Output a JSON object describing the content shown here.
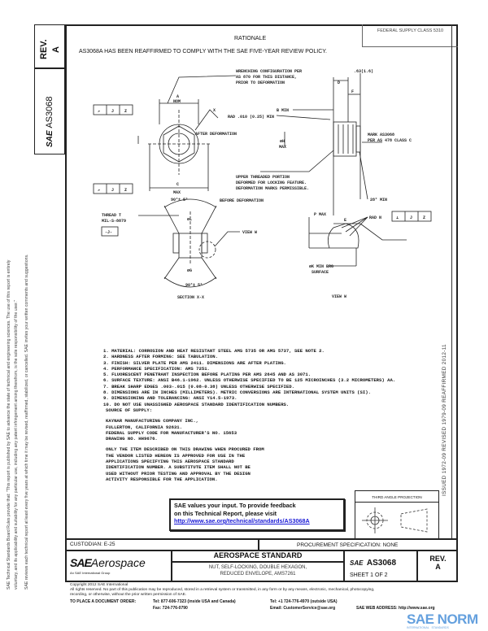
{
  "side_strip": {
    "rev_label": "REV.",
    "rev_value": "A",
    "doc_number": "AS3068",
    "sae_mark": "SAE",
    "disclaimer_lines": [
      "SAE Technical Standards Board Rules provide that: \"This report is published by SAE to advance the state of technical and engineering sciences. The use of this report is entirely",
      "voluntary, and its applicability and suitability for any particular use, including any patent infringement arising therefrom, is the sole responsibility of the user.\"",
      "SAE reviews each technical report at least every five years at which time it may be revised, reaffirmed, stabilized, or cancelled. SAE invites your written comments and suggestions."
    ]
  },
  "header": {
    "federal_supply_class": "FEDERAL SUPPLY CLASS 5310",
    "rationale_title": "RATIONALE",
    "rationale_text": "AS3068A HAS BEEN REAFFIRMED TO COMPLY WITH THE SAE FIVE-YEAR REVIEW POLICY."
  },
  "drawing": {
    "labels": {
      "wrenching": [
        "WRENCHING CONFIGURATION PER",
        "AS 870 FOR THIS DISTANCE,",
        "PRIOR TO DEFORMATION"
      ],
      "a_nom": [
        "A",
        "NOM"
      ],
      "c_max": [
        "C",
        "MAX"
      ],
      "x": "X",
      "after_deformation": "AFTER DEFORMATION",
      "h_max": [
        "øH",
        "MAX"
      ],
      "b_min": "B MIN",
      "rad_min": "RAD .010 (0.25) MIN",
      "d": "D",
      "f": "F",
      "dim_063": ".63(1.6)",
      "mark": [
        "MARK AS3068",
        "PER AS 478 CLASS C"
      ],
      "upper_threaded": [
        "UPPER THREADED PORTION",
        "DEFORMED FOR LOCKING FEATURE.",
        "DEFORMATION MARKS PERMISSIBLE."
      ],
      "angle_28": "28° MIN",
      "e": "E",
      "before_deformation": "BEFORE DEFORMATION",
      "angle_top": "90°± 5°",
      "angle_bottom": "90°± 5°",
      "l_dia": "øL",
      "g_dia": "øG",
      "thread": [
        "THREAD T",
        "MIL-S-8879"
      ],
      "datum_j": "-J-",
      "view_w_callout": "VIEW W",
      "p_max": "P MAX",
      "rad_n": "RAD N",
      "k_min": [
        "øK MIN BRG",
        "SURFACE"
      ],
      "section_x": "SECTION X-X",
      "view_w_title": "VIEW W",
      "fcf_top": [
        "↗",
        "J",
        "Z"
      ],
      "fcf_mid": [
        "↗",
        "J",
        "Z"
      ],
      "fcf_right": [
        "⊥",
        "J",
        "Z"
      ]
    }
  },
  "notes": [
    "1.  MATERIAL:  CORROSION AND HEAT RESISTANT STEEL AMS 5735 OR AMS 5737, SEE NOTE 2.",
    "2.  HARDNESS AFTER FORMING:  SEE TABULATION.",
    "3.  FINISH:  SILVER PLATE PER AMS 2411.  DIMENSIONS ARE AFTER PLATING.",
    "4.  PERFORMANCE SPECIFICATION:  AMS 7251.",
    "5.  FLUORESCENT PENETRANT INSPECTION BEFORE PLATING PER AMS 2645 AND AS 3071.",
    "6.  SURFACE TEXTURE:  ANSI B46.1-1962.  UNLESS OTHERWISE SPECIFIED TO BE 125 MICROINCHES (3.2 MICROMETERS) AA.",
    "7.  BREAK SHARP EDGES .003-.015 (0.08-0.38) UNLESS OTHERWISE SPECIFIED.",
    "8.  DIMENSIONS ARE IN INCHES (MILLIMETERS).  METRIC CONVERSIONS ARE INTERNATIONAL SYSTEM UNITS (SI).",
    "9.  DIMENSIONING AND TOLERANCING:  ANSI Y14.5-1973.",
    "10. DO NOT USE UNASSIGNED AEROSPACE STANDARD IDENTIFICATION NUMBERS."
  ],
  "source": {
    "title": "SOURCE OF SUPPLY:",
    "lines": [
      "KAYNAR MANUFACTURING COMPANY INC.,",
      "FULLERTON, CALIFORNIA 92631.",
      "FEDERAL SUPPLY CODE FOR MANUFACTURER'S NO. 15653",
      "DRAWING NO. HH9676."
    ],
    "approval_lines": [
      "ONLY THE ITEM DESCRIBED ON THIS DRAWING WHEN PROCURED FROM",
      "THE VENDOR LISTED HEREON IS APPROVED FOR USE IN THE",
      "APPLICATIONS SPECIFYING THIS AEROSPACE STANDARD",
      "IDENTIFICATION NUMBER.  A SUBSTITUTE ITEM SHALL NOT BE",
      "USED WITHOUT PRIOR TESTING AND APPROVAL BY THE DESIGN",
      "ACTIVITY RESPONSIBLE FOR THE APPLICATION."
    ]
  },
  "feedback": {
    "line1": "SAE values your input. To provide feedback",
    "line2": "on this Technical Report, please visit",
    "link": "http://www.sae.org/technical/standards/AS3068A"
  },
  "projection": {
    "label": "THIRD ANGLE PROJECTION"
  },
  "history_stamp": "ISSUED 1972-09   REVISED 1979-09   REAFFIRMED 2012-11",
  "title_block": {
    "custodian": "CUSTODIAN:  E-25",
    "procurement": "PROCUREMENT SPECIFICATION:  NONE",
    "logo_main": "SAE",
    "logo_sub_word": "Aerospace",
    "logo_tagline": "An SAE International Group",
    "standard_type": "AEROSPACE STANDARD",
    "title_line1": "NUT, SELF-LOCKING, DOUBLE HEXAGON,",
    "title_line2": "REDUCED ENVELOPE, AMS7261",
    "doc_mark": "SAE",
    "doc_number": "AS3068",
    "sheet": "SHEET 1 OF 2",
    "rev_label": "REV.",
    "rev_value": "A"
  },
  "footer": {
    "copyright": "Copyright 2012 SAE International",
    "rights": "All rights reserved. No part of this publication may be reproduced, stored in a retrieval system or transmitted, in any form or by any means, electronic, mechanical, photocopying,",
    "rights2": "recording, or otherwise, without the prior written permission of SAE.",
    "order_label": "TO PLACE A DOCUMENT ORDER:",
    "tel_na": "Tel:  877-606-7323 (inside USA and Canada)",
    "fax": "Fax:  724-776-0790",
    "tel_intl": "Tel:  +1 724-776-4970 (outside USA)",
    "email": "Email:  CustomerService@sae.org",
    "web": "SAE WEB ADDRESS:   http://www.sae.org",
    "watermark": "SAE NORM",
    "watermark_sub1": "INTERNATIONAL",
    "watermark_sub2": "STANDARDS"
  }
}
